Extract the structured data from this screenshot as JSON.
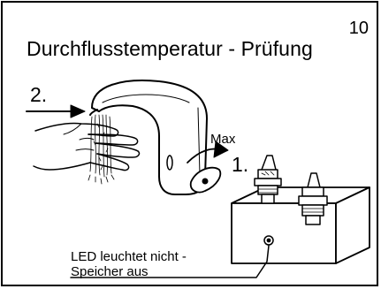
{
  "page_number": "10",
  "title": "Durchflusstemperatur - Prüfung",
  "steps": {
    "step_2": "2.",
    "step_1": "1.",
    "max": "Max"
  },
  "callout": {
    "line_1": "LED leuchtet nicht -",
    "line_2": "Speicher aus"
  }
}
